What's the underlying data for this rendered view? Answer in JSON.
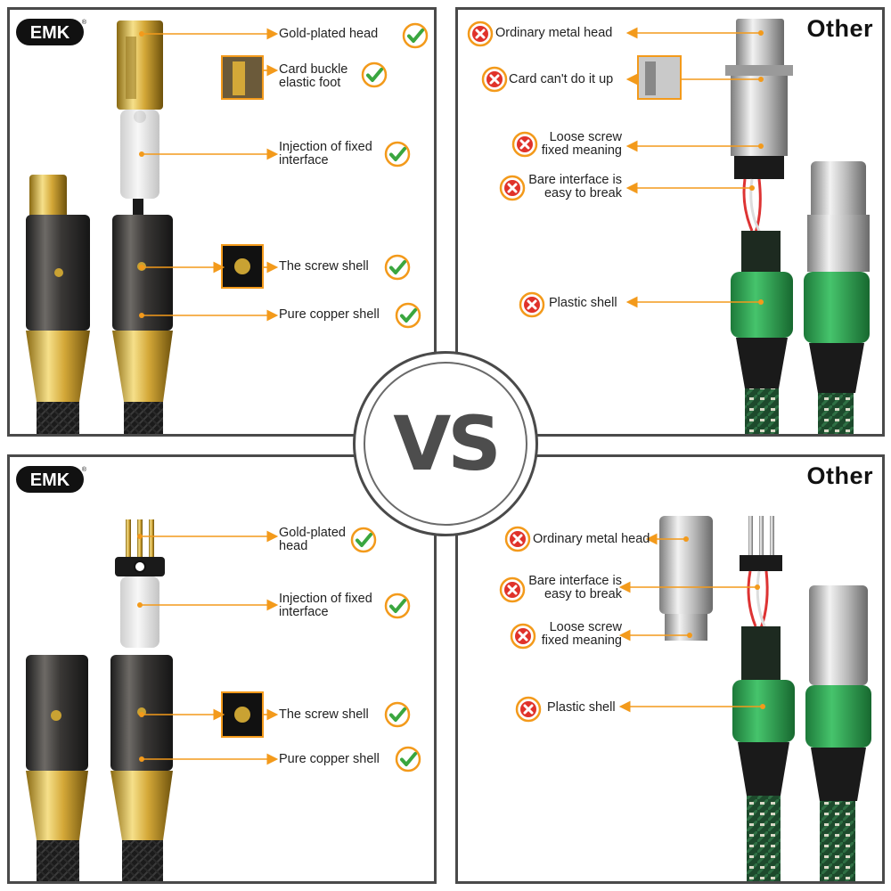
{
  "brand": {
    "name": "EMK",
    "registered": "®"
  },
  "colors": {
    "accent_orange": "#f39a1b",
    "check_green": "#3aa63f",
    "cross_red": "#e0322a",
    "frame": "#4a4a4a"
  },
  "vs_text": "VS",
  "panels": {
    "top_left": {
      "labels": [
        {
          "text": "Gold-plated head",
          "status": "check"
        },
        {
          "text": "Card buckle\nelastic foot",
          "status": "check"
        },
        {
          "text": "Injection of fixed\ninterface",
          "status": "check"
        },
        {
          "text": "The screw shell",
          "status": "check"
        },
        {
          "text": "Pure copper shell",
          "status": "check"
        }
      ]
    },
    "top_right": {
      "title": "Other",
      "labels": [
        {
          "text": "Ordinary metal head",
          "status": "cross"
        },
        {
          "text": "Card can't do it up",
          "status": "cross"
        },
        {
          "text": "Loose screw\nfixed meaning",
          "status": "cross"
        },
        {
          "text": "Bare interface is\neasy to break",
          "status": "cross"
        },
        {
          "text": "Plastic shell",
          "status": "cross"
        }
      ]
    },
    "bottom_left": {
      "labels": [
        {
          "text": "Gold-plated\nhead",
          "status": "check"
        },
        {
          "text": "Injection of fixed\ninterface",
          "status": "check"
        },
        {
          "text": "The screw shell",
          "status": "check"
        },
        {
          "text": "Pure copper shell",
          "status": "check"
        }
      ]
    },
    "bottom_right": {
      "title": "Other",
      "labels": [
        {
          "text": "Ordinary metal head",
          "status": "cross"
        },
        {
          "text": "Bare interface is\neasy to break",
          "status": "cross"
        },
        {
          "text": "Loose screw\nfixed meaning",
          "status": "cross"
        },
        {
          "text": "Plastic shell",
          "status": "cross"
        }
      ]
    }
  }
}
